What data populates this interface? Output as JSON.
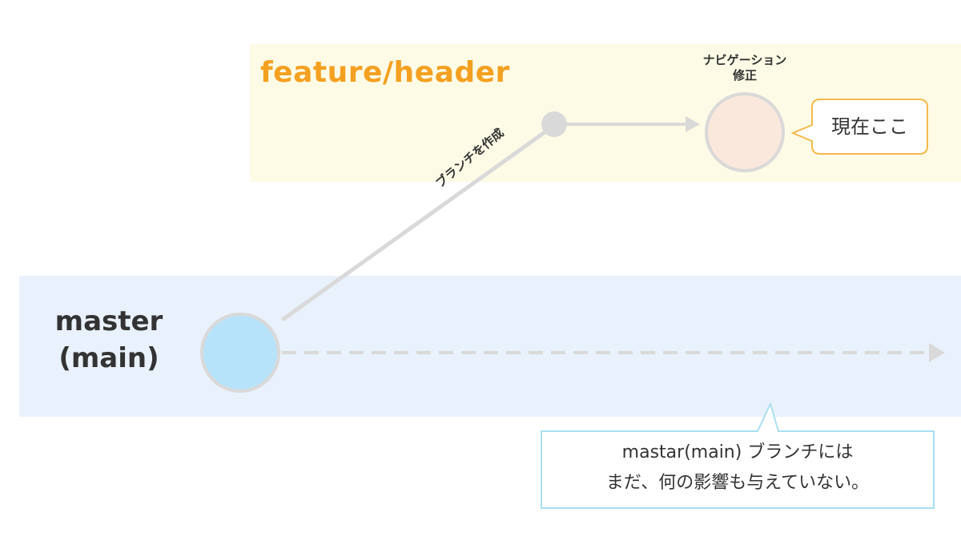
{
  "branches": {
    "feature": {
      "name": "feature/header",
      "color": "#f4a020"
    },
    "master": {
      "line1": "master",
      "line2": "(main)"
    }
  },
  "commit": {
    "label_line1": "ナビゲーション",
    "label_line2": "修正"
  },
  "edge": {
    "label": "ブランチを作成"
  },
  "callouts": {
    "here": "現在ここ",
    "note_line1": "mastar(main) ブランチには",
    "note_line2": "まだ、何の影響も与えていない。"
  },
  "colors": {
    "feature_band": "#fdfbe6",
    "master_band": "#e9f1fc",
    "master_node": "#b7e3fa",
    "feature_node": "#fbe8dc",
    "line": "#d9d9d9",
    "here_border": "#f6b94a",
    "note_border": "#a9dff2"
  }
}
